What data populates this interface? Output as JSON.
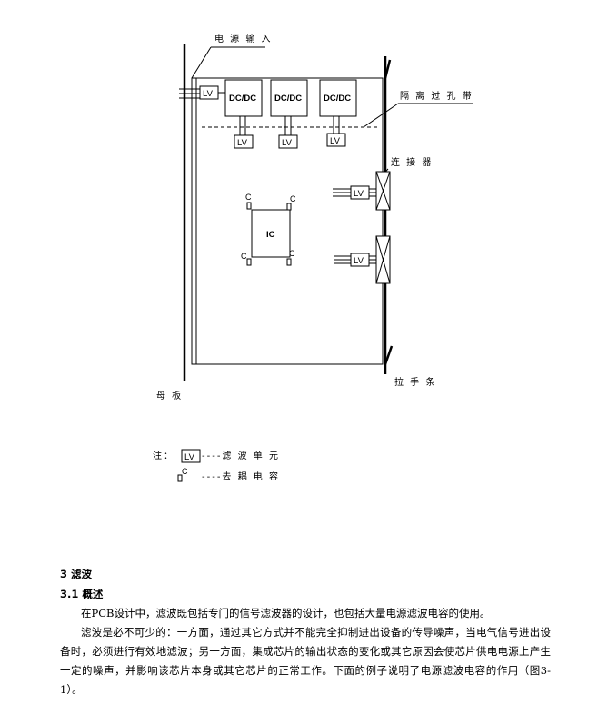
{
  "figure": {
    "labels": {
      "power_input": "电 源 输 入",
      "isolation_band": "隔 离 过 孔 带",
      "connector": "连 接 器",
      "mother_board": "母 板",
      "handle_bar": "拉 手 条",
      "ic": "IC",
      "dcdc": "DC/DC",
      "lv": "LV",
      "cap": "C"
    },
    "legend": {
      "note": "注：",
      "lv_desc": "----滤 波 单 元",
      "cap_desc": "----去 耦 电 容"
    }
  },
  "section": {
    "title": "3   滤波",
    "subtitle": "3.1 概述",
    "paragraphs": [
      "在PCB设计中，滤波既包括专门的信号滤波器的设计，也包括大量电源滤波电容的使用。",
      "滤波是必不可少的：一方面，通过其它方式并不能完全抑制进出设备的传导噪声，当电气信号进出设备时，必须进行有效地滤波；另一方面，集成芯片的输出状态的变化或其它原因会使芯片供电电源上产生一定的噪声，并影响该芯片本身或其它芯片的正常工作。下面的例子说明了电源滤波电容的作用（图3-1）。"
    ]
  }
}
